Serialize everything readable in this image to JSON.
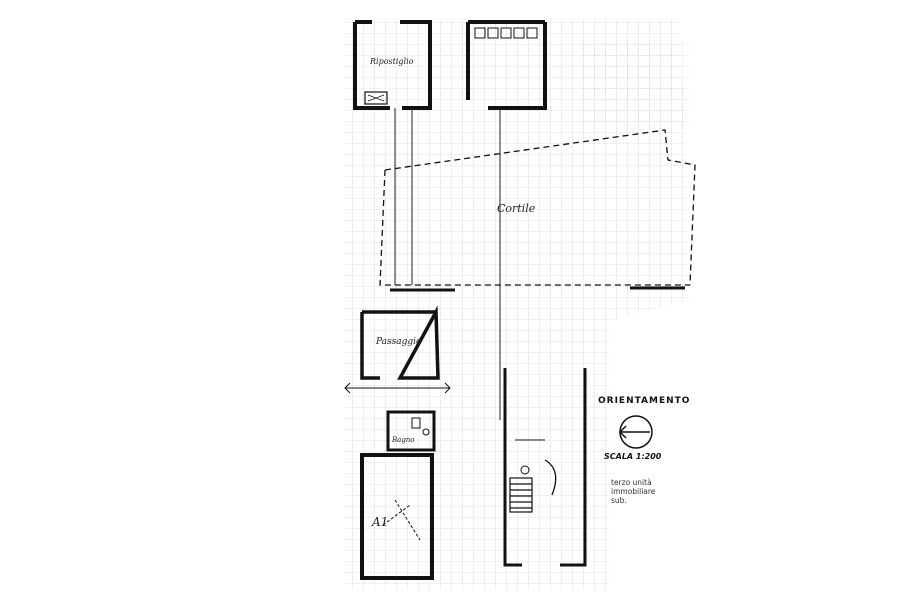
{
  "labels": {
    "room_top_left": "Ripostiglio",
    "courtyard": "Cortile",
    "hall": "Passaggio",
    "bathroom": "Bagno",
    "apartment": "A1"
  },
  "legend": {
    "orientation_title": "ORIENTAMENTO",
    "scale": "SCALA 1:200",
    "unit_note": "terzo unità\nimmobiliare\nsub."
  }
}
